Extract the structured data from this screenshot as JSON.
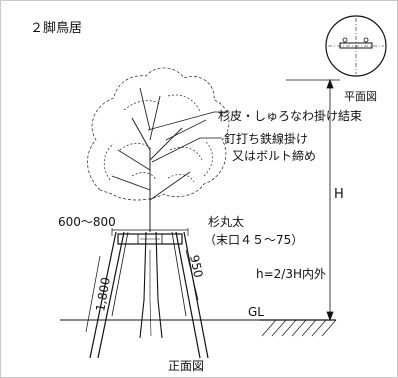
{
  "diagram": {
    "title": "２脚鳥居",
    "plan_label": "平面図",
    "front_label": "正面図",
    "callout_1": "杉皮・しゅろなわ掛け結束",
    "callout_2a": "釘打ち鉄線掛け",
    "callout_2b": "又はボルト締め",
    "spread_dim": "600～800",
    "crossbar_1": "杉丸太",
    "crossbar_2": "（末口４５～75）",
    "height_symbol": "H",
    "brace_height": "h=2/3H内外",
    "leg_length": "1,800",
    "inner_dim": "950",
    "ground": "GL"
  },
  "colors": {
    "line": "#111111",
    "frame": "#c8c8c8"
  }
}
